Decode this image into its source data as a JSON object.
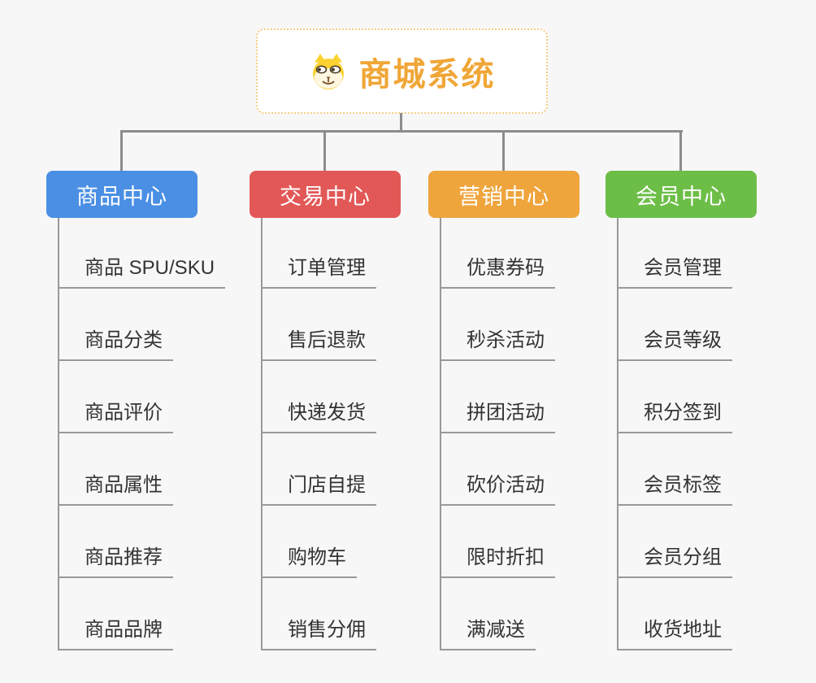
{
  "canvas": {
    "background": "#f7f7f7",
    "tree_line_color": "#8c8c8c",
    "child_line_color": "#999999"
  },
  "root": {
    "title": "商城系统",
    "icon": "dog-face-icon",
    "text_color": "#f0a637",
    "border_color": "#f6cd84",
    "background": "#ffffff"
  },
  "branches": [
    {
      "label": "商品中心",
      "color": "#4a8fe4",
      "children": [
        "商品 SPU/SKU",
        "商品分类",
        "商品评价",
        "商品属性",
        "商品推荐",
        "商品品牌"
      ]
    },
    {
      "label": "交易中心",
      "color": "#e25857",
      "children": [
        "订单管理",
        "售后退款",
        "快递发货",
        "门店自提",
        "购物车",
        "销售分佣"
      ]
    },
    {
      "label": "营销中心",
      "color": "#efa53c",
      "children": [
        "优惠券码",
        "秒杀活动",
        "拼团活动",
        "砍价活动",
        "限时折扣",
        "满减送"
      ]
    },
    {
      "label": "会员中心",
      "color": "#6cbe47",
      "children": [
        "会员管理",
        "会员等级",
        "积分签到",
        "会员标签",
        "会员分组",
        "收货地址"
      ]
    }
  ]
}
